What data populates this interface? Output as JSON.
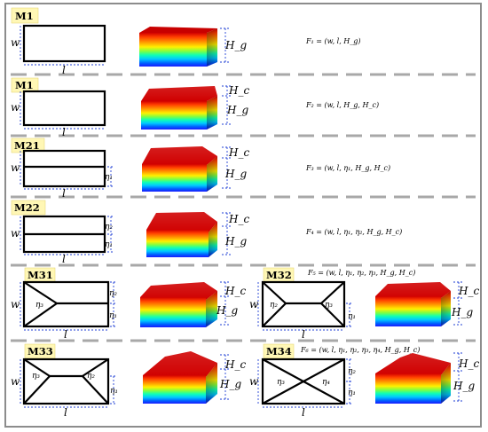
{
  "rows": [
    {
      "models": [
        {
          "tag": "M1",
          "formula": "F₁ = (w, l, H_g)",
          "dims": {
            "w": "w",
            "l": "l"
          },
          "heights": {
            "g": "H_g"
          }
        }
      ]
    },
    {
      "models": [
        {
          "tag": "M1",
          "formula": "F₂ = (w, l, H_g, H_c)",
          "dims": {
            "w": "w",
            "l": "l"
          },
          "heights": {
            "g": "H_g",
            "c": "H_c"
          }
        }
      ]
    },
    {
      "models": [
        {
          "tag": "M21",
          "formula": "F₃ = (w, l, η₁, H_g, H_c)",
          "dims": {
            "w": "w",
            "l": "l",
            "e1": "η₁"
          },
          "heights": {
            "g": "H_g",
            "c": "H_c"
          }
        }
      ]
    },
    {
      "models": [
        {
          "tag": "M22",
          "formula": "F₄ = (w, l, η₁, η₂, H_g, H_c)",
          "dims": {
            "w": "w",
            "l": "l",
            "e1": "η₁",
            "e2": "η₂"
          },
          "heights": {
            "g": "H_g",
            "c": "H_c"
          }
        }
      ]
    },
    {
      "models": [
        {
          "tag": "M31",
          "dims": {
            "w": "w",
            "l": "l",
            "e1": "η₁",
            "e2": "η₂",
            "e3": "η₃"
          },
          "heights": {
            "g": "H_g",
            "c": "H_c"
          }
        },
        {
          "tag": "M32",
          "formula": "F₅ = (w, l, η₁, η₂, η₃, H_g, H_c)",
          "dims": {
            "w": "w",
            "l": "l",
            "e1": "η₁",
            "e2": "η₂",
            "e3": "η₃"
          },
          "heights": {
            "g": "H_g",
            "c": "H_c"
          }
        }
      ]
    },
    {
      "models": [
        {
          "tag": "M33",
          "dims": {
            "w": "w",
            "l": "l",
            "e1": "η₁",
            "e2": "η₂",
            "e3": "η₃"
          },
          "heights": {
            "g": "H_g",
            "c": "H_c"
          }
        },
        {
          "tag": "M34",
          "formula": "F₆ = (w, l, η₁, η₂, η₃, η₄, H_g, H_c)",
          "dims": {
            "w": "w",
            "l": "l",
            "e1": "η₁",
            "e2": "η₂",
            "e3": "η₃",
            "e4": "η₄"
          },
          "heights": {
            "g": "H_g",
            "c": "H_c"
          }
        }
      ]
    }
  ],
  "colors": {
    "frame": "#8c8c8c",
    "separator": "#a8a8a8",
    "tag_background": "#fff7b5",
    "dimension": "#1f3fd6",
    "outline": "#000000",
    "gradient": [
      "#d10000",
      "#ff3c00",
      "#ff9a00",
      "#fff000",
      "#7dff44",
      "#10ffb4",
      "#00c8ff",
      "#0060ff",
      "#1a1aff"
    ]
  }
}
